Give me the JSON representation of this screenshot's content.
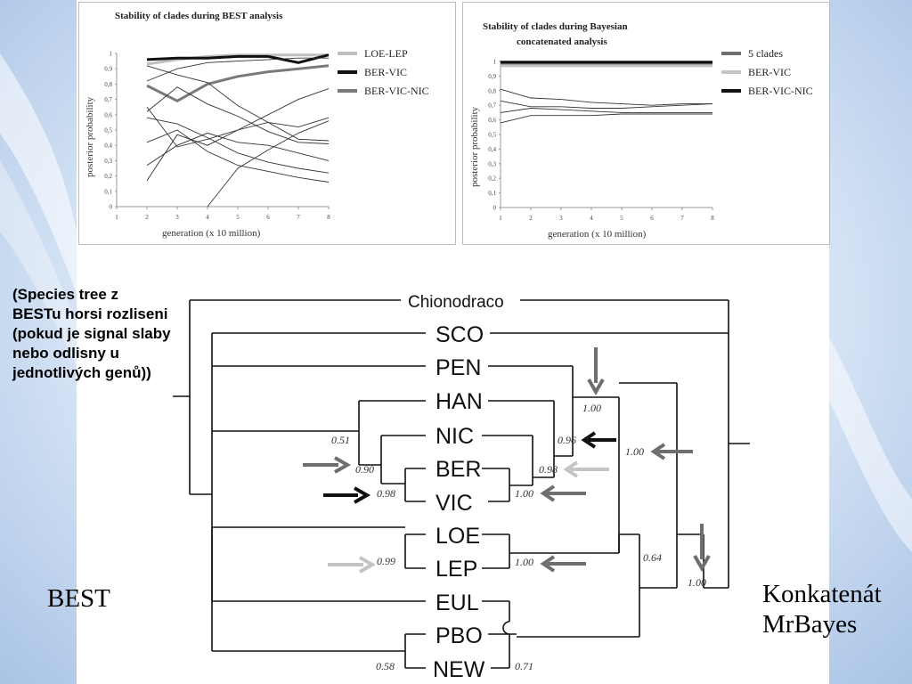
{
  "charts_data": [],
  "chart_data": [
    {
      "type": "line",
      "title": "Stability of clades during BEST analysis",
      "xlabel": "generation (x 10 million)",
      "ylabel": "posterior probability",
      "xticks": [
        "1",
        "2",
        "3",
        "4",
        "5",
        "6",
        "7",
        "8"
      ],
      "yticks": [
        "0",
        "0,1",
        "0,2",
        "0,3",
        "0,4",
        "0,5",
        "0,6",
        "0,7",
        "0,8",
        "0,9",
        "1"
      ],
      "xlim": [
        1,
        8
      ],
      "ylim": [
        0,
        1
      ],
      "legend": [
        {
          "name": "LOE-LEP",
          "color": "#bfbfbf"
        },
        {
          "name": "BER-VIC",
          "color": "#111111"
        },
        {
          "name": "BER-VIC-NIC",
          "color": "#7a7a7a"
        }
      ],
      "series": [
        {
          "name": "LOE-LEP",
          "x": [
            2,
            3,
            4,
            5,
            6,
            7,
            8
          ],
          "values": [
            0.93,
            0.96,
            0.98,
            0.99,
            0.99,
            0.99,
            0.99
          ]
        },
        {
          "name": "BER-VIC",
          "x": [
            2,
            3,
            4,
            5,
            6,
            7,
            8
          ],
          "values": [
            0.96,
            0.97,
            0.97,
            0.98,
            0.98,
            0.94,
            0.99
          ]
        },
        {
          "name": "BER-VIC-NIC",
          "x": [
            2,
            3,
            4,
            5,
            6,
            7,
            8
          ],
          "values": [
            0.79,
            0.69,
            0.8,
            0.85,
            0.88,
            0.9,
            0.92
          ]
        },
        {
          "x": [
            2,
            3,
            4,
            5,
            6,
            7,
            8
          ],
          "values": [
            0.82,
            0.9,
            0.94,
            0.95,
            0.96,
            0.97,
            0.97
          ]
        },
        {
          "x": [
            2,
            3,
            4,
            5,
            6,
            7,
            8
          ],
          "values": [
            0.92,
            0.86,
            0.81,
            0.66,
            0.55,
            0.44,
            0.43
          ]
        },
        {
          "x": [
            2,
            3,
            4,
            5,
            6,
            7,
            8
          ],
          "values": [
            0.65,
            0.39,
            0.44,
            0.5,
            0.6,
            0.7,
            0.77
          ]
        },
        {
          "x": [
            2,
            3,
            4,
            5,
            6,
            7,
            8
          ],
          "values": [
            0.58,
            0.54,
            0.45,
            0.35,
            0.29,
            0.25,
            0.22
          ]
        },
        {
          "x": [
            2,
            3,
            4,
            5,
            6,
            7,
            8
          ],
          "values": [
            0.42,
            0.5,
            0.36,
            0.27,
            0.23,
            0.19,
            0.16
          ]
        },
        {
          "x": [
            2,
            3,
            4,
            5,
            6,
            7,
            8
          ],
          "values": [
            0.27,
            0.4,
            0.48,
            0.42,
            0.4,
            0.35,
            0.3
          ]
        },
        {
          "x": [
            2,
            3,
            4,
            5,
            6,
            7,
            8
          ],
          "values": [
            0.17,
            0.47,
            0.4,
            0.5,
            0.55,
            0.52,
            0.58
          ]
        },
        {
          "x": [
            2,
            3,
            4,
            5,
            6,
            7,
            8
          ],
          "values": [
            0.62,
            0.78,
            0.67,
            0.59,
            0.49,
            0.42,
            0.41
          ]
        },
        {
          "x": [
            4,
            5,
            6,
            7,
            8
          ],
          "values": [
            0,
            0.25,
            0.37,
            0.48,
            0.56
          ]
        }
      ]
    },
    {
      "type": "line",
      "title": "Stability of clades during Bayesian concatenated analysis",
      "xlabel": "generation (x 10 million)",
      "ylabel": "posterior probability",
      "xticks": [
        "1",
        "2",
        "3",
        "4",
        "5",
        "6",
        "7",
        "8"
      ],
      "yticks": [
        "0",
        "0,1",
        "0,2",
        "0,3",
        "0,4",
        "0,5",
        "0,6",
        "0,7",
        "0,8",
        "0,9",
        "1"
      ],
      "xlim": [
        1,
        8
      ],
      "ylim": [
        0,
        1
      ],
      "legend": [
        {
          "name": "5 clades",
          "color": "#6e6e6e"
        },
        {
          "name": "BER-VIC",
          "color": "#c4c4c4"
        },
        {
          "name": "BER-VIC-NIC",
          "color": "#111111"
        }
      ],
      "series": [
        {
          "name": "5 clades",
          "x": [
            1,
            2,
            3,
            4,
            5,
            6,
            7,
            8
          ],
          "values": [
            0.985,
            0.985,
            0.985,
            0.985,
            0.985,
            0.985,
            0.985,
            0.985
          ]
        },
        {
          "name": "BER-VIC",
          "x": [
            1,
            2,
            3,
            4,
            5,
            6,
            7,
            8
          ],
          "values": [
            0.97,
            0.97,
            0.97,
            0.97,
            0.97,
            0.97,
            0.97,
            0.97
          ]
        },
        {
          "name": "BER-VIC-NIC",
          "x": [
            1,
            2,
            3,
            4,
            5,
            6,
            7,
            8
          ],
          "values": [
            0.995,
            0.995,
            0.995,
            0.995,
            0.995,
            0.995,
            0.995,
            0.995
          ]
        },
        {
          "x": [
            1,
            2,
            3,
            4,
            5,
            6,
            7,
            8
          ],
          "values": [
            0.81,
            0.75,
            0.74,
            0.72,
            0.71,
            0.7,
            0.71,
            0.71
          ]
        },
        {
          "x": [
            1,
            2,
            3,
            4,
            5,
            6,
            7,
            8
          ],
          "values": [
            0.73,
            0.69,
            0.69,
            0.68,
            0.68,
            0.69,
            0.7,
            0.71
          ]
        },
        {
          "x": [
            1,
            2,
            3,
            4,
            5,
            6,
            7,
            8
          ],
          "values": [
            0.65,
            0.68,
            0.67,
            0.66,
            0.65,
            0.65,
            0.65,
            0.65
          ]
        },
        {
          "x": [
            1,
            2,
            3,
            4,
            5,
            6,
            7,
            8
          ],
          "values": [
            0.58,
            0.63,
            0.63,
            0.63,
            0.64,
            0.64,
            0.64,
            0.64
          ]
        }
      ]
    }
  ],
  "tree": {
    "taxa": [
      "Chionodraco",
      "SCO",
      "PEN",
      "HAN",
      "NIC",
      "BER",
      "VIC",
      "LOE",
      "LEP",
      "EUL",
      "PBO",
      "NEW"
    ],
    "best_support": {
      "nic_han": "0.51",
      "ber_vic_nic": "0.90",
      "ber_vic": "0.98",
      "loe_lep": "0.99",
      "pbo_new": "0.58"
    },
    "concat_support": {
      "pen": "1.00",
      "nic": "0.96",
      "ber_vic_nic": "0.98",
      "ber_vic": "1.00",
      "outer": "1.00",
      "loe_lep": "1.00",
      "mid": "0.64",
      "root2": "1.00",
      "new": "0.71"
    },
    "arrow_colors": {
      "dark": "#111111",
      "mid": "#6e6e6e",
      "light": "#c4c4c4"
    }
  },
  "note": "(Species tree z BESTu horsi rozliseni (pokud je signal slaby nebo odlisny u jednotlivých genů))",
  "labels": {
    "best": "BEST",
    "concat_line1": "Konkatenát",
    "concat_line2": "MrBayes"
  }
}
